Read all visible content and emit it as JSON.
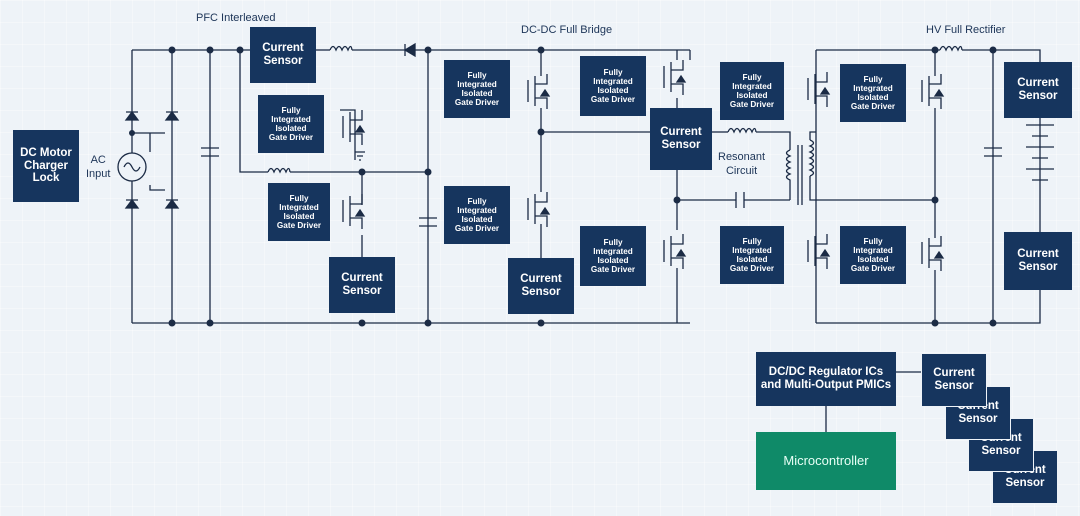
{
  "labels": {
    "pfc": "PFC Interleaved",
    "dcdc": "DC-DC Full Bridge",
    "hv": "HV Full Rectifier",
    "ac_input": "AC\nInput",
    "resonant": "Resonant\nCircuit"
  },
  "blocks": {
    "dc_motor": "DC Motor\nCharger\nLock",
    "gate_driver": "Fully\nIntegrated\nIsolated\nGate Driver",
    "current_sensor": "Current\nSensor",
    "regulator": "DC/DC Regulator ICs\nand Multi-Output PMICs",
    "microcontroller": "Microcontroller"
  },
  "colors": {
    "block": "#16355e",
    "microcontroller": "#0f8a68",
    "wire": "#1b2b45"
  }
}
